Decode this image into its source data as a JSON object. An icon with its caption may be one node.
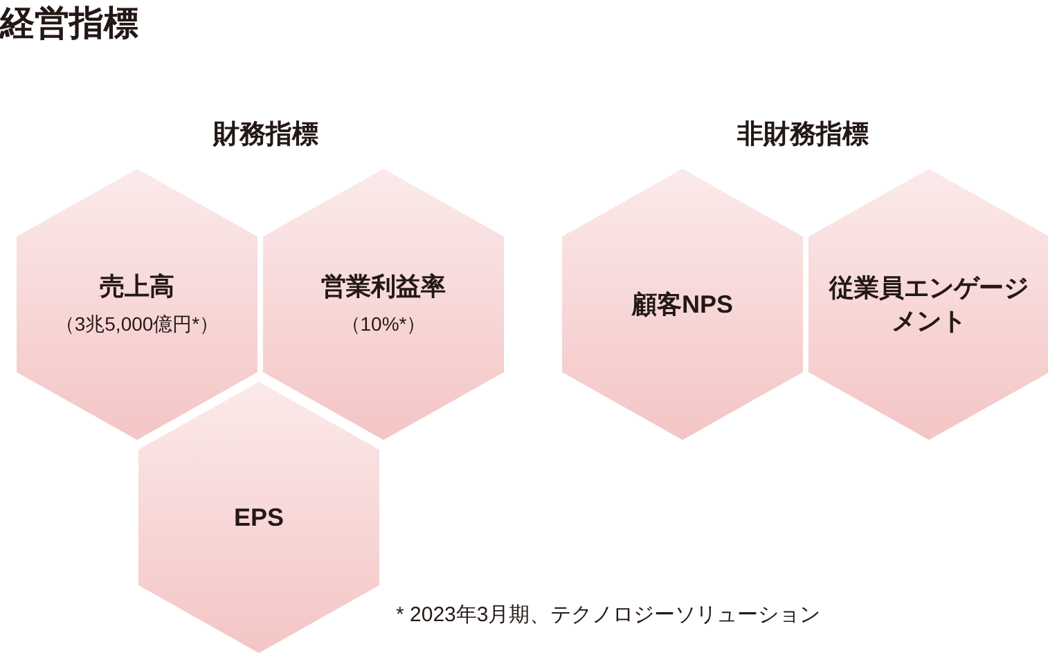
{
  "diagram": {
    "title": "経営指標",
    "nodes": [
      {
        "text": [
          "売上高",
          "（3兆5,000億円*）"
        ]
      },
      {
        "text": [
          "営業利益率",
          "（10%*）"
        ]
      },
      {
        "text": [
          "EPS"
        ]
      },
      {
        "text": [
          "顧客NPS"
        ]
      },
      {
        "text": [
          "従業員エンゲージメント"
        ]
      }
    ],
    "labels": [
      "財務指標",
      "非財務指標",
      "* 2023年3月期、テクノロジーソリューション"
    ]
  }
}
